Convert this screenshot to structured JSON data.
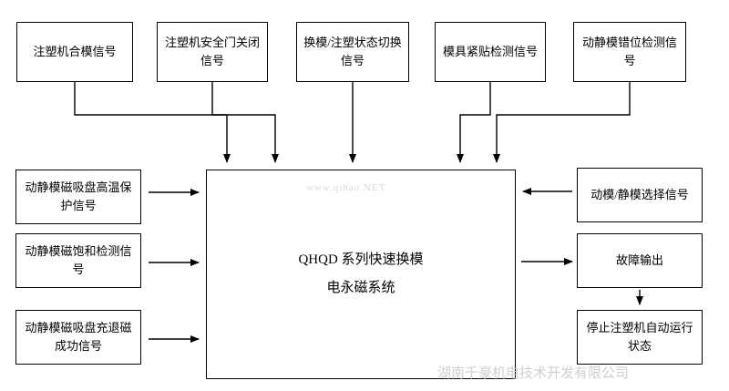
{
  "diagram": {
    "top_boxes": [
      {
        "label": "注塑机合模信号"
      },
      {
        "label": "注塑机安全门关闭信号"
      },
      {
        "label": "换模/注塑状态切换信号"
      },
      {
        "label": "模具紧贴检测信号"
      },
      {
        "label": "动静模错位检测信号"
      }
    ],
    "left_boxes": [
      {
        "label": "动静模磁吸盘高温保护信号"
      },
      {
        "label": "动静模磁饱和检测信号"
      },
      {
        "label": "动静模磁吸盘充退磁成功信号"
      }
    ],
    "right_boxes": [
      {
        "label": "动模/静模选择信号"
      },
      {
        "label": "故障输出"
      },
      {
        "label": "停止注塑机自动运行状态"
      }
    ],
    "center": {
      "line1": "QHQD 系列快速换模",
      "line2": "电永磁系统"
    },
    "watermarks": {
      "small": "www.qihao.NET",
      "large": "湖南千豪机电技术开发有限公司"
    },
    "colors": {
      "stroke": "#000000",
      "background": "#ffffff",
      "watermark": "#d5d5d5"
    }
  }
}
